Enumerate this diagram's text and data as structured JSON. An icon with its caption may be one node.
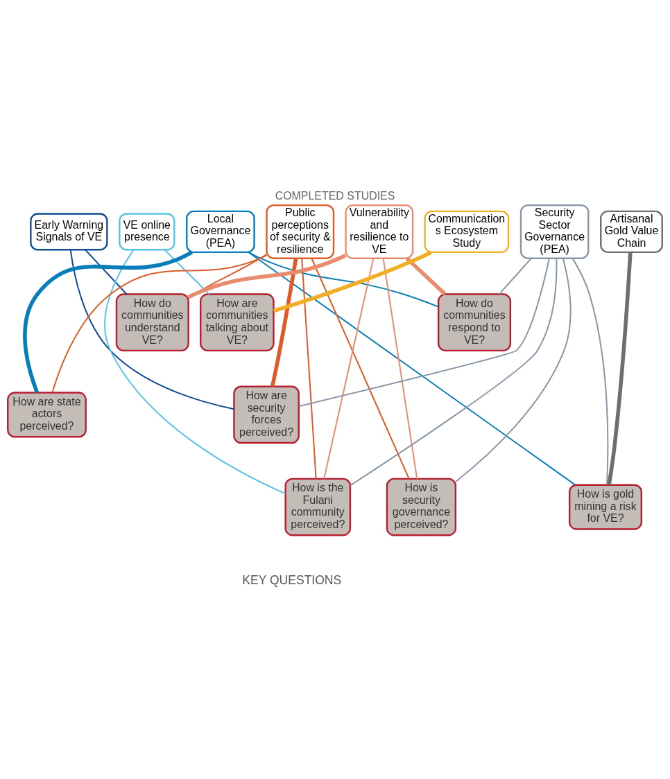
{
  "diagram": {
    "title": "COMPLETED STUDIES",
    "nodes": [
      {
        "text": [
          "Early Warning Signals of VE"
        ]
      },
      {
        "text": [
          "VE online presence"
        ]
      },
      {
        "text": [
          "Local Governance (PEA)"
        ]
      },
      {
        "text": [
          "Public perceptions of security & resilience"
        ]
      },
      {
        "text": [
          "Vulnerability and resilience to VE"
        ]
      },
      {
        "text": [
          "Communications Ecosystem Study"
        ]
      },
      {
        "text": [
          "Security Sector Governance (PEA)"
        ]
      },
      {
        "text": [
          "Artisanal Gold Value Chain"
        ]
      },
      {
        "text": [
          "How do communities understand VE?"
        ]
      },
      {
        "text": [
          "How are communities talking about VE?"
        ]
      },
      {
        "text": [
          "How do communities respond to VE?"
        ]
      },
      {
        "text": [
          "How are state actors perceived?"
        ]
      },
      {
        "text": [
          "How are security forces perceived?"
        ]
      },
      {
        "text": [
          "How is security governance perceived?"
        ]
      },
      {
        "text": [
          "How is the Fulani community perceived?"
        ]
      },
      {
        "text": [
          "How is gold mining a risk for VE?"
        ]
      }
    ],
    "edges": [
      {
        "from": 4,
        "to": 8,
        "arrow": "none",
        "style": "thick",
        "color": "#e88b6e"
      },
      {
        "from": 0,
        "to": 8,
        "arrow": "none",
        "color": "#0e4c92"
      },
      {
        "from": 3,
        "to": 8,
        "arrow": "none",
        "color": "#dd5a29"
      },
      {
        "from": 5,
        "to": 9,
        "arrow": "none",
        "style": "thick",
        "color": "#f2ae25"
      },
      {
        "from": 1,
        "to": 9,
        "arrow": "none",
        "color": "#5bc2e7"
      },
      {
        "from": 4,
        "to": 10,
        "arrow": "none",
        "style": "thick",
        "color": "#e88b6e"
      },
      {
        "from": 2,
        "to": 10,
        "arrow": "none",
        "color": "#087dba"
      },
      {
        "from": 6,
        "to": 10,
        "arrow": "none",
        "color": "#8696a8"
      },
      {
        "from": 2,
        "to": 11,
        "arrow": "none",
        "style": "thick",
        "color": "#087dba"
      },
      {
        "from": 3,
        "to": 11,
        "arrow": "none",
        "color": "#dd5a29"
      },
      {
        "from": 3,
        "to": 12,
        "arrow": "none",
        "style": "thick",
        "color": "#dd5a29"
      },
      {
        "from": 0,
        "to": 12,
        "arrow": "none",
        "color": "#0e4c92"
      },
      {
        "from": 6,
        "to": 12,
        "arrow": "none",
        "color": "#8696a8"
      },
      {
        "from": 3,
        "to": 13,
        "arrow": "none",
        "color": "#dd5a29"
      },
      {
        "from": 4,
        "to": 13,
        "arrow": "none",
        "color": "#e88b6e"
      },
      {
        "from": 6,
        "to": 13,
        "arrow": "none",
        "color": "#8696a8"
      },
      {
        "from": 3,
        "to": 14,
        "arrow": "none",
        "color": "#dd5a29"
      },
      {
        "from": 1,
        "to": 14,
        "arrow": "none",
        "color": "#5bc2e7"
      },
      {
        "from": 4,
        "to": 14,
        "arrow": "none",
        "color": "#e88b6e"
      },
      {
        "from": 6,
        "to": 14,
        "arrow": "none",
        "color": "#8696a8"
      },
      {
        "from": 7,
        "to": 15,
        "arrow": "none",
        "style": "thick",
        "color": "#6e6e6e"
      },
      {
        "from": 2,
        "to": 15,
        "arrow": "none",
        "color": "#087dba"
      },
      {
        "from": 6,
        "to": 15,
        "arrow": "none",
        "color": "#8696a8"
      }
    ],
    "labels": [
      "KEY QUESTIONS"
    ]
  }
}
